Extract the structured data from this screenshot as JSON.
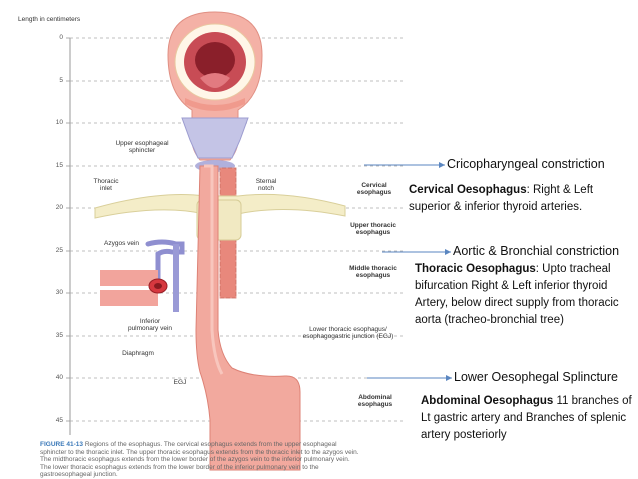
{
  "diagram": {
    "axis_title": "Length in centimeters",
    "ticks": [
      "0",
      "5",
      "10",
      "15",
      "20",
      "25",
      "30",
      "35",
      "40",
      "45"
    ],
    "labels": {
      "upper_sphincter": "Upper esophageal sphincter",
      "thoracic_inlet": "Thoracic inlet",
      "sternal_notch": "Sternal notch",
      "cervical": "Cervical esophagus",
      "azygos": "Azygos vein",
      "upper_thoracic": "Upper thoracic esophagus",
      "middle_thoracic": "Middle thoracic esophagus",
      "pulmonary_vein": "Inferior pulmonary vein",
      "lower_thoracic": "Lower thoracic esophagus/ esophagogastric junction (EGJ)",
      "diaphragm": "Diaphragm",
      "egj": "EGJ",
      "abdominal": "Abdominal esophagus"
    },
    "caption": {
      "figure_no": "FIGURE 41-13",
      "text": "Regions of the esophagus. The cervical esophagus extends from the upper esophageal sphincter to the thoracic inlet. The upper thoracic esophagus extends from the thoracic inlet to the azygos vein. The midthoracic esophagus extends from the lower border of the azygos vein to the inferior pulmonary vein. The lower thoracic esophagus extends from the lower border of the inferior pulmonary vein to the gastroesophageal junction."
    }
  },
  "annotations": {
    "constriction_1": "Cricopharyngeal constriction",
    "cervical_bold": "Cervical Oesophagus",
    "cervical_text": ": Right & Left superior & inferior thyroid arteries.",
    "constriction_2": "Aortic & Bronchial constriction",
    "thoracic_bold": "Thoracic Oesophagus",
    "thoracic_text": ": Upto tracheal bifurcation Right & Left inferior thyroid Artery, below direct supply from thoracic aorta (tracheo-bronchial tree)",
    "constriction_3": "Lower Oesophegal Splincture",
    "abdominal_bold": "Abdominal Oesophagus",
    "abdominal_text": " 11 branches of Lt gastric artery and Branches of splenic artery posteriorly"
  },
  "colors": {
    "esophagus": "#f2a99e",
    "esophagus_dark": "#e07e72",
    "cartilage": "#b9b9e0",
    "clavicle": "#f3ecc4",
    "vein": "#8f8fd0",
    "artery": "#d6383f",
    "arrow": "#5a86c0",
    "dashed": "#999999"
  }
}
